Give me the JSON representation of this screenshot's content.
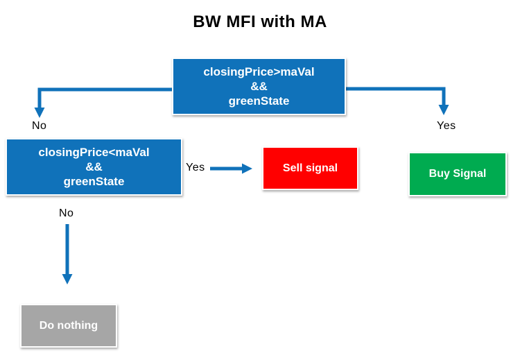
{
  "title": "BW MFI with MA",
  "colors": {
    "node_blue": "#1072BA",
    "sell_red": "#FF0000",
    "buy_green": "#00AB50",
    "nothing_gray": "#A6A6A6",
    "arrow_blue": "#1072BA"
  },
  "nodes": {
    "root_condition": {
      "line1": "closingPrice>maVal",
      "line2": "&&",
      "line3": "greenState"
    },
    "left_condition": {
      "line1": "closingPrice<maVal",
      "line2": "&&",
      "line3": "greenState"
    },
    "sell": {
      "label": "Sell signal"
    },
    "buy": {
      "label": "Buy Signal"
    },
    "do_nothing": {
      "label": "Do nothing"
    }
  },
  "edge_labels": {
    "root_no": "No",
    "root_yes": "Yes",
    "left_yes": "Yes",
    "left_no": "No"
  }
}
